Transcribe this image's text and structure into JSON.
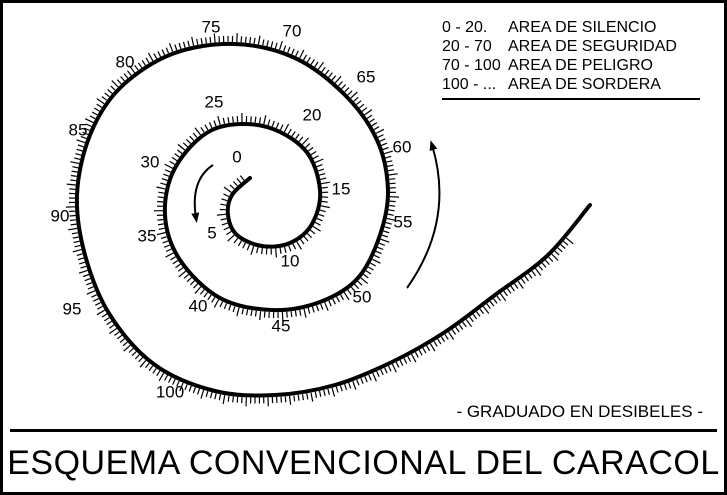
{
  "legend": {
    "items": [
      {
        "range": "0 - 20.",
        "label": "AREA DE SILENCIO"
      },
      {
        "range": "20 - 70",
        "label": "AREA DE SEGURIDAD"
      },
      {
        "range": "70 - 100",
        "label": "AREA DE PELIGRO"
      },
      {
        "range": "100 - ...",
        "label": "AREA DE SORDERA"
      }
    ]
  },
  "scale_labels": [
    "0",
    "5",
    "10",
    "15",
    "20",
    "25",
    "30",
    "35",
    "40",
    "45",
    "50",
    "55",
    "60",
    "65",
    "70",
    "75",
    "80",
    "85",
    "90",
    "95",
    "100"
  ],
  "subtitle": "- GRADUADO EN DESIBELES -",
  "title": "ESQUEMA CONVENCIONAL DEL CARACOL",
  "colors": {
    "ink": "#000000",
    "background": "#ffffff"
  }
}
